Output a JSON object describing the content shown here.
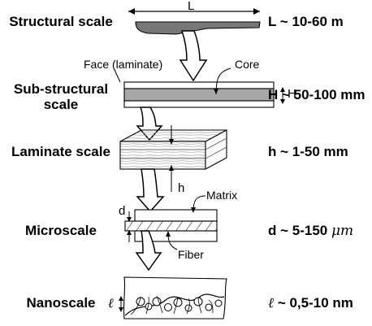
{
  "scales": [
    {
      "name": "Structural scale",
      "range": "L ~ 10-60 m"
    },
    {
      "name": "Sub-structural scale",
      "name_line1": "Sub-structural",
      "name_line2": "scale",
      "range": "H ~ 50-100 mm"
    },
    {
      "name": "Laminate scale",
      "range": "h ~ 1-50 mm"
    },
    {
      "name": "Microscale",
      "range_prefix": "d ~ 5-150 ",
      "range_unit": "μm"
    },
    {
      "name": "Nanoscale",
      "range_symbol": "ℓ",
      "range_rest": " ~ 0,5-10 nm"
    }
  ],
  "annotations": {
    "structural_dimension": "L",
    "face_label": "Face (laminate)",
    "core_label": "Core",
    "substructural_dimension": "H",
    "laminate_dimension": "h",
    "matrix_label": "Matrix",
    "micro_dimension": "d",
    "fiber_label": "Fiber",
    "nano_dimension": "ℓ"
  },
  "colors": {
    "line": "#000000",
    "core_fill": "#a7a7a7",
    "blade_fill": "#777777",
    "background": "#ffffff"
  }
}
